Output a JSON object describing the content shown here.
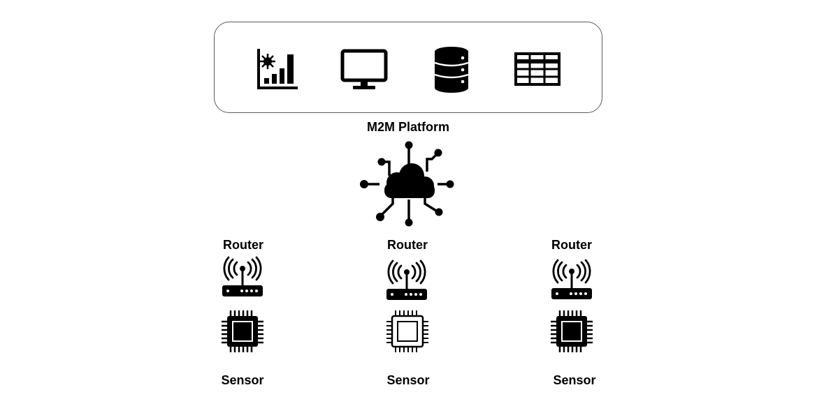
{
  "platform": {
    "label": "M2M Platform",
    "icons": [
      "analytics-chart-icon",
      "monitor-icon",
      "database-icon",
      "table-grid-icon"
    ]
  },
  "network": {
    "icon": "cloud-network-icon"
  },
  "nodes": [
    {
      "router_label": "Router",
      "sensor_label": "Sensor",
      "sensor_style": "filled"
    },
    {
      "router_label": "Router",
      "sensor_label": "Sensor",
      "sensor_style": "outline"
    },
    {
      "router_label": "Router",
      "sensor_label": "Sensor",
      "sensor_style": "filled"
    }
  ]
}
